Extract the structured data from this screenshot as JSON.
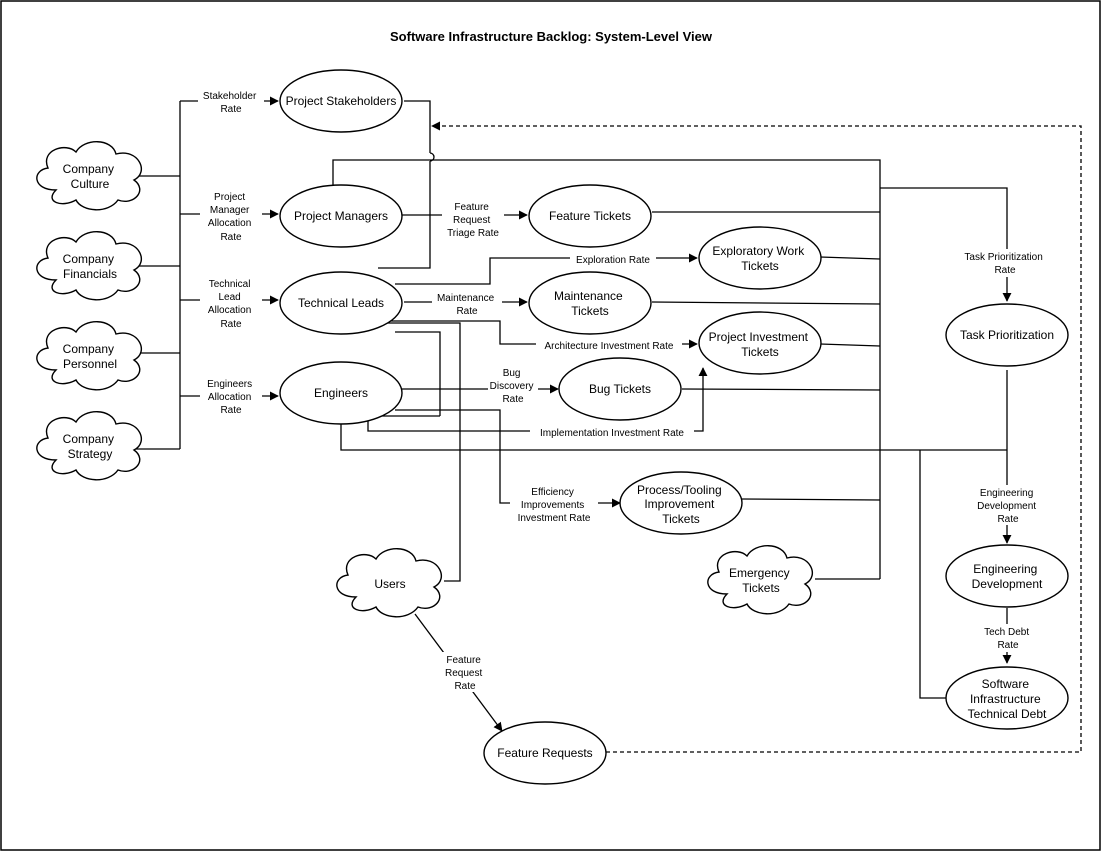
{
  "title": "Software Infrastructure Backlog: System-Level View",
  "clouds": {
    "company_culture": [
      "Company",
      "Culture"
    ],
    "company_financials": [
      "Company",
      "Financials"
    ],
    "company_personnel": [
      "Company",
      "Personnel"
    ],
    "company_strategy": [
      "Company",
      "Strategy"
    ],
    "users": [
      "Users"
    ],
    "emergency_tickets": [
      "Emergency",
      "Tickets"
    ]
  },
  "stocks": {
    "project_stakeholders": [
      "Project Stakeholders"
    ],
    "project_managers": [
      "Project Managers"
    ],
    "technical_leads": [
      "Technical Leads"
    ],
    "engineers": [
      "Engineers"
    ],
    "feature_tickets": [
      "Feature Tickets"
    ],
    "exploratory_work_tickets": [
      "Exploratory Work",
      "Tickets"
    ],
    "maintenance_tickets": [
      "Maintenance",
      "Tickets"
    ],
    "project_investment_tickets": [
      "Project Investment",
      "Tickets"
    ],
    "bug_tickets": [
      "Bug Tickets"
    ],
    "process_tooling_tickets": [
      "Process/Tooling",
      "Improvement",
      "Tickets"
    ],
    "task_prioritization": [
      "Task Prioritization"
    ],
    "engineering_development": [
      "Engineering",
      "Development"
    ],
    "technical_debt": [
      "Software",
      "Infrastructure",
      "Technical Debt"
    ],
    "feature_requests": [
      "Feature Requests"
    ]
  },
  "flows": {
    "stakeholder_rate": [
      "Stakeholder",
      "Rate"
    ],
    "pm_allocation_rate": [
      "Project",
      "Manager",
      "Allocation",
      "Rate"
    ],
    "tl_allocation_rate": [
      "Technical",
      "Lead",
      "Allocation",
      "Rate"
    ],
    "engineers_allocation_rate": [
      "Engineers",
      "Allocation",
      "Rate"
    ],
    "feature_request_triage_rate": [
      "Feature",
      "Request",
      "Triage Rate"
    ],
    "exploration_rate": [
      "Exploration Rate"
    ],
    "maintenance_rate": [
      "Maintenance",
      "Rate"
    ],
    "architecture_investment_rate": [
      "Architecture Investment Rate"
    ],
    "bug_discovery_rate": [
      "Bug",
      "Discovery",
      "Rate"
    ],
    "implementation_investment_rate": [
      "Implementation Investment Rate"
    ],
    "efficiency_improvements_rate": [
      "Efficiency",
      "Improvements",
      "Investment Rate"
    ],
    "task_prioritization_rate": [
      "Task Prioritization",
      "Rate"
    ],
    "engineering_development_rate": [
      "Engineering",
      "Development",
      "Rate"
    ],
    "tech_debt_rate": [
      "Tech Debt",
      "Rate"
    ],
    "feature_request_rate": [
      "Feature",
      "Request",
      "Rate"
    ]
  }
}
